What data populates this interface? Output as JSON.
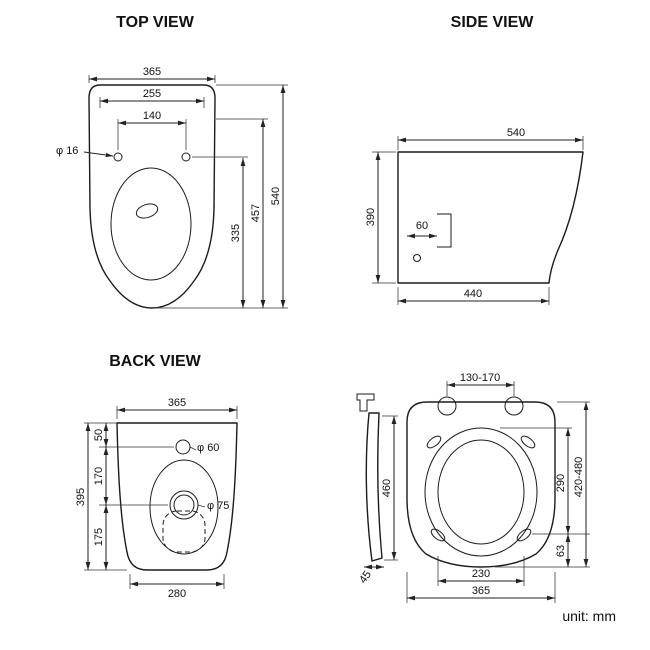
{
  "unit_label": "unit: mm",
  "top_view": {
    "title": "TOP VIEW",
    "dims": {
      "width_total": "365",
      "width_back": "255",
      "hole_spacing": "140",
      "hole_dia": "φ 16",
      "depth_total": "540",
      "depth_mid": "457",
      "depth_front": "335"
    }
  },
  "side_view": {
    "title": "SIDE VIEW",
    "dims": {
      "depth_top": "540",
      "height": "390",
      "drain_detail": "60",
      "depth_bottom": "440"
    }
  },
  "back_view": {
    "title": "BACK VIEW",
    "dims": {
      "width_top": "365",
      "seg_top": "50",
      "seg_mid": "170",
      "seg_bottom": "175",
      "height_total": "395",
      "inlet_dia": "φ 60",
      "drain_dia": "φ 75",
      "width_bottom": "280"
    }
  },
  "seat_view": {
    "dims": {
      "hinge_spacing": "130-170",
      "lid_length": "460",
      "lid_thickness": "45",
      "opening_length": "290",
      "front_offset": "63",
      "total_length": "420-480",
      "opening_width": "230",
      "width_total": "365"
    }
  }
}
